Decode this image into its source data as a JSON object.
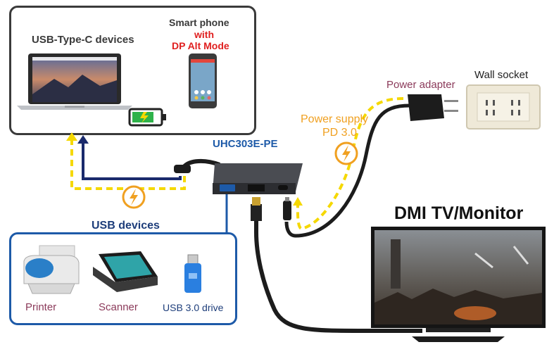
{
  "labels": {
    "usb_c_devices": "USB-Type-C devices",
    "smartphone_line1": "Smart phone",
    "smartphone_line2": "with",
    "smartphone_line3": "DP Alt Mode",
    "power_adapter": "Power adapter",
    "wall_socket": "Wall socket",
    "power_supply_line1": "Power supply",
    "power_supply_line2": "PD 3.0",
    "hub_model": "UHC303E-PE",
    "usb_devices": "USB devices",
    "monitor": "DMI TV/Monitor",
    "printer": "Printer",
    "scanner": "Scanner",
    "usb_drive": "USB 3.0 drive"
  },
  "colors": {
    "power_flow": "#f5d800",
    "data_flow": "#1a2a6c",
    "accent_red": "#e02020",
    "accent_orange": "#f0a020",
    "hub_label": "#1d5aa8",
    "box_border_dark": "#3a3a3a",
    "box_border_blue": "#1d5aa8",
    "power_adapter_label": "#8b3a5a"
  },
  "icons": [
    "laptop-icon",
    "smartphone-icon",
    "battery-icon",
    "power-adapter-icon",
    "wall-socket-icon",
    "usb-c-hub-icon",
    "lightning-icon",
    "printer-icon",
    "scanner-icon",
    "usb-drive-icon",
    "monitor-icon"
  ]
}
